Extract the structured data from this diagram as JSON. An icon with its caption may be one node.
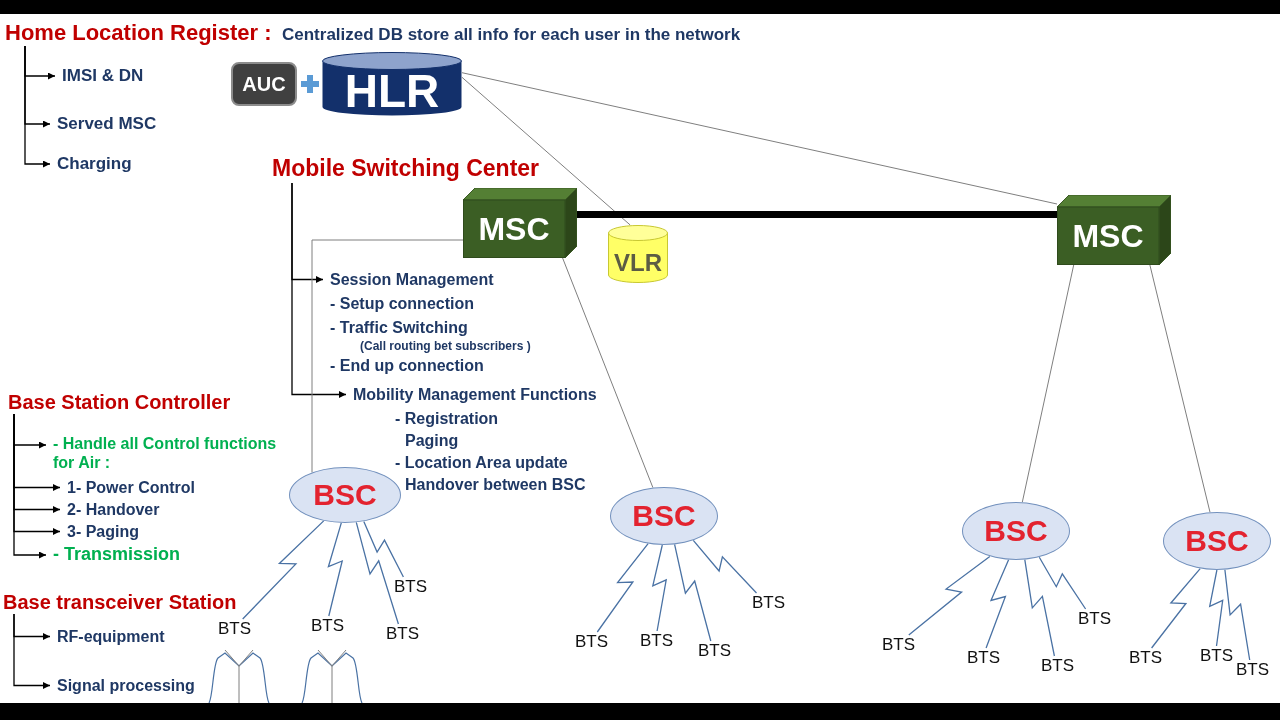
{
  "diagram": {
    "nodes": [
      {
        "text": [
          "Home Location Register :"
        ],
        "beside": [
          "Centralized DB store all info for each user in the network"
        ]
      },
      {
        "text": [
          "AUC"
        ]
      },
      {
        "text": [
          "HLR"
        ]
      },
      {
        "text": [
          "IMSI & DN"
        ]
      },
      {
        "text": [
          "Served MSC"
        ]
      },
      {
        "text": [
          "Charging"
        ]
      },
      {
        "text": [
          "Mobile Switching Center"
        ]
      },
      {
        "text": [
          "MSC"
        ]
      },
      {
        "text": [
          "VLR"
        ]
      },
      {
        "text": [
          "MSC"
        ]
      },
      {
        "text": [
          "Session Management"
        ]
      },
      {
        "text": [
          "Mobility Management Functions"
        ]
      },
      {
        "text": [
          "Base Station Controller"
        ]
      },
      {
        "text": [
          "- Handle all Control functions for Air :"
        ]
      },
      {
        "text": [
          "1- Power Control"
        ]
      },
      {
        "text": [
          "2- Handover"
        ]
      },
      {
        "text": [
          "3- Paging"
        ]
      },
      {
        "text": [
          "BSC"
        ]
      },
      {
        "text": [
          "BSC"
        ]
      },
      {
        "text": [
          "BSC"
        ]
      },
      {
        "text": [
          "BSC"
        ]
      },
      {
        "text": [
          "- Transmission"
        ]
      },
      {
        "text": [
          "Base transceiver Station"
        ]
      },
      {
        "text": [
          "RF-equipment"
        ]
      },
      {
        "text": [
          "Signal processing"
        ]
      },
      {
        "text": [
          "BTS"
        ]
      },
      {
        "text": [
          "BTS"
        ]
      },
      {
        "text": [
          "BTS"
        ]
      },
      {
        "text": [
          "BTS"
        ]
      },
      {
        "text": [
          "BTS"
        ]
      },
      {
        "text": [
          "BTS"
        ]
      },
      {
        "text": [
          "BTS"
        ]
      },
      {
        "text": [
          "BTS"
        ]
      },
      {
        "text": [
          "BTS"
        ]
      },
      {
        "text": [
          "BTS"
        ]
      },
      {
        "text": [
          "BTS"
        ]
      },
      {
        "text": [
          "BTS"
        ]
      },
      {
        "text": [
          "BTS"
        ]
      },
      {
        "text": [
          "BTS"
        ]
      },
      {
        "text": [
          "BTS"
        ]
      }
    ],
    "edges": [
      {
        "from": 2,
        "to": 8,
        "arrow": "none",
        "color": "#7f7f7f"
      },
      {
        "from": 2,
        "to": 9,
        "arrow": "none",
        "color": "#7f7f7f"
      },
      {
        "from": 0,
        "to": 3,
        "arrow": "to",
        "color": "#000000"
      },
      {
        "from": 0,
        "to": 4,
        "arrow": "to",
        "color": "#000000"
      },
      {
        "from": 0,
        "to": 5,
        "arrow": "to",
        "color": "#000000"
      },
      {
        "from": 6,
        "to": 10,
        "arrow": "to",
        "color": "#000000"
      },
      {
        "from": 6,
        "to": 11,
        "arrow": "to",
        "color": "#000000"
      },
      {
        "from": 7,
        "to": 9,
        "arrow": "none",
        "style": "thick",
        "color": "#000000"
      },
      {
        "from": 7,
        "to": 17,
        "arrow": "none",
        "color": "#7f7f7f"
      },
      {
        "from": 7,
        "to": 18,
        "arrow": "none",
        "color": "#7f7f7f"
      },
      {
        "from": 9,
        "to": 19,
        "arrow": "none",
        "color": "#7f7f7f"
      },
      {
        "from": 9,
        "to": 20,
        "arrow": "none",
        "color": "#7f7f7f"
      },
      {
        "from": 12,
        "to": 13,
        "arrow": "to",
        "color": "#000000"
      },
      {
        "from": 12,
        "to": 14,
        "arrow": "to",
        "color": "#000000"
      },
      {
        "from": 12,
        "to": 15,
        "arrow": "to",
        "color": "#000000"
      },
      {
        "from": 12,
        "to": 16,
        "arrow": "to",
        "color": "#000000"
      },
      {
        "from": 12,
        "to": 21,
        "arrow": "to",
        "color": "#000000"
      },
      {
        "from": 22,
        "to": 23,
        "arrow": "to",
        "color": "#000000"
      },
      {
        "from": 22,
        "to": 24,
        "arrow": "to",
        "color": "#000000"
      },
      {
        "from": 17,
        "to": 25,
        "arrow": "none"
      },
      {
        "from": 17,
        "to": 26,
        "arrow": "none"
      },
      {
        "from": 17,
        "to": 27,
        "arrow": "none"
      },
      {
        "from": 17,
        "to": 28,
        "arrow": "none"
      },
      {
        "from": 18,
        "to": 29,
        "arrow": "none"
      },
      {
        "from": 18,
        "to": 30,
        "arrow": "none"
      },
      {
        "from": 18,
        "to": 31,
        "arrow": "none"
      },
      {
        "from": 18,
        "to": 32,
        "arrow": "none"
      },
      {
        "from": 19,
        "to": 33,
        "arrow": "none"
      },
      {
        "from": 19,
        "to": 34,
        "arrow": "none"
      },
      {
        "from": 19,
        "to": 35,
        "arrow": "none"
      },
      {
        "from": 19,
        "to": 36,
        "arrow": "none"
      },
      {
        "from": 20,
        "to": 37,
        "arrow": "none"
      },
      {
        "from": 20,
        "to": 38,
        "arrow": "none"
      },
      {
        "from": 20,
        "to": 39,
        "arrow": "none"
      }
    ],
    "labels": [
      "- Setup connection",
      "- Traffic Switching",
      "(Call routing bet subscribers )",
      "- End up connection",
      "- Registration",
      "Paging",
      "- Location Area update",
      "Handover between BSC"
    ]
  }
}
